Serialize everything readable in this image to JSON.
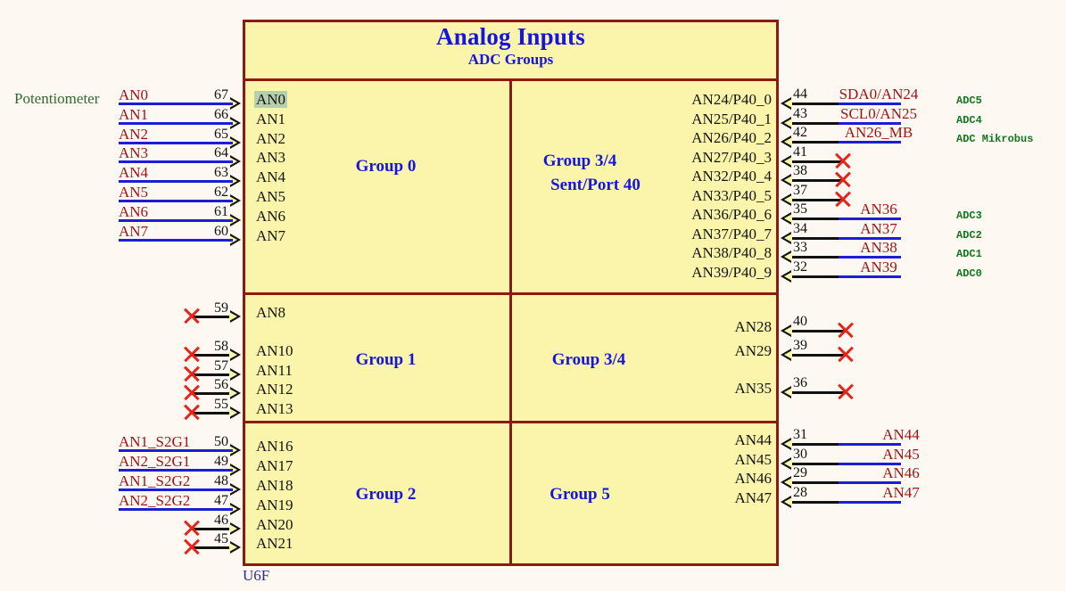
{
  "page": {
    "background": "#fdf9f2",
    "reference_designator": "U6F"
  },
  "chip": {
    "title": "Analog Inputs",
    "subtitle": "ADC Groups",
    "fill": "#fbf4ab",
    "border_color": "#8d1a10"
  },
  "groups": {
    "g0": "Group 0",
    "g1": "Group 1",
    "g2": "Group 2",
    "g34_top_line1": "Group 3/4",
    "g34_top_line2": "Sent/Port 40",
    "g34_mid": "Group 3/4",
    "g5": "Group 5"
  },
  "annotations": {
    "potentiometer": "Potentiometer"
  },
  "left_pins": {
    "group0": [
      {
        "pin_label": "AN0",
        "pin_number": "67",
        "net": "AN0",
        "highlight": true,
        "nc": false
      },
      {
        "pin_label": "AN1",
        "pin_number": "66",
        "net": "AN1",
        "highlight": false,
        "nc": false
      },
      {
        "pin_label": "AN2",
        "pin_number": "65",
        "net": "AN2",
        "highlight": false,
        "nc": false
      },
      {
        "pin_label": "AN3",
        "pin_number": "64",
        "net": "AN3",
        "highlight": false,
        "nc": false
      },
      {
        "pin_label": "AN4",
        "pin_number": "63",
        "net": "AN4",
        "highlight": false,
        "nc": false
      },
      {
        "pin_label": "AN5",
        "pin_number": "62",
        "net": "AN5",
        "highlight": false,
        "nc": false
      },
      {
        "pin_label": "AN6",
        "pin_number": "61",
        "net": "AN6",
        "highlight": false,
        "nc": false
      },
      {
        "pin_label": "AN7",
        "pin_number": "60",
        "net": "AN7",
        "highlight": false,
        "nc": false
      }
    ],
    "group1": [
      {
        "pin_label": "AN8",
        "pin_number": "59",
        "net": "",
        "nc": true
      },
      {
        "pin_label": "AN10",
        "pin_number": "58",
        "net": "",
        "nc": true
      },
      {
        "pin_label": "AN11",
        "pin_number": "57",
        "net": "",
        "nc": true
      },
      {
        "pin_label": "AN12",
        "pin_number": "56",
        "net": "",
        "nc": true
      },
      {
        "pin_label": "AN13",
        "pin_number": "55",
        "net": "",
        "nc": true
      }
    ],
    "group2": [
      {
        "pin_label": "AN16",
        "pin_number": "50",
        "net": "AN1_S2G1",
        "nc": false
      },
      {
        "pin_label": "AN17",
        "pin_number": "49",
        "net": "AN2_S2G1",
        "nc": false
      },
      {
        "pin_label": "AN18",
        "pin_number": "48",
        "net": "AN1_S2G2",
        "nc": false
      },
      {
        "pin_label": "AN19",
        "pin_number": "47",
        "net": "AN2_S2G2",
        "nc": false
      },
      {
        "pin_label": "AN20",
        "pin_number": "46",
        "net": "",
        "nc": true
      },
      {
        "pin_label": "AN21",
        "pin_number": "45",
        "net": "",
        "nc": true
      }
    ]
  },
  "right_pins": {
    "group34_top": [
      {
        "pin_label": "AN24/P40_0",
        "pin_number": "44",
        "net": "SDA0/AN24",
        "adc": "ADC5",
        "nc": false
      },
      {
        "pin_label": "AN25/P40_1",
        "pin_number": "43",
        "net": "SCL0/AN25",
        "adc": "ADC4",
        "nc": false
      },
      {
        "pin_label": "AN26/P40_2",
        "pin_number": "42",
        "net": "AN26_MB",
        "adc": "ADC Mikrobus",
        "nc": false
      },
      {
        "pin_label": "AN27/P40_3",
        "pin_number": "41",
        "net": "",
        "adc": "",
        "nc": true
      },
      {
        "pin_label": "AN32/P40_4",
        "pin_number": "38",
        "net": "",
        "adc": "",
        "nc": true
      },
      {
        "pin_label": "AN33/P40_5",
        "pin_number": "37",
        "net": "",
        "adc": "",
        "nc": true
      },
      {
        "pin_label": "AN36/P40_6",
        "pin_number": "35",
        "net": "AN36",
        "adc": "ADC3",
        "nc": false
      },
      {
        "pin_label": "AN37/P40_7",
        "pin_number": "34",
        "net": "AN37",
        "adc": "ADC2",
        "nc": false
      },
      {
        "pin_label": "AN38/P40_8",
        "pin_number": "33",
        "net": "AN38",
        "adc": "ADC1",
        "nc": false
      },
      {
        "pin_label": "AN39/P40_9",
        "pin_number": "32",
        "net": "AN39",
        "adc": "ADC0",
        "nc": false
      }
    ],
    "group34_mid": [
      {
        "pin_label": "AN28",
        "pin_number": "40",
        "net": "",
        "nc": true
      },
      {
        "pin_label": "AN29",
        "pin_number": "39",
        "net": "",
        "nc": true
      },
      {
        "pin_label": "AN35",
        "pin_number": "36",
        "net": "",
        "nc": true
      }
    ],
    "group5": [
      {
        "pin_label": "AN44",
        "pin_number": "31",
        "net": "AN44",
        "nc": false
      },
      {
        "pin_label": "AN45",
        "pin_number": "30",
        "net": "AN45",
        "nc": false
      },
      {
        "pin_label": "AN46",
        "pin_number": "29",
        "net": "AN46",
        "nc": false
      },
      {
        "pin_label": "AN47",
        "pin_number": "28",
        "net": "AN47",
        "nc": false
      }
    ]
  },
  "colors": {
    "net_text": "#9e1212",
    "adc_note": "#11771c",
    "group_caption": "#1515e0",
    "nc_marker": "#e8231a",
    "wire_blue": "#1d1dd8",
    "highlight": "#b8cfae"
  }
}
